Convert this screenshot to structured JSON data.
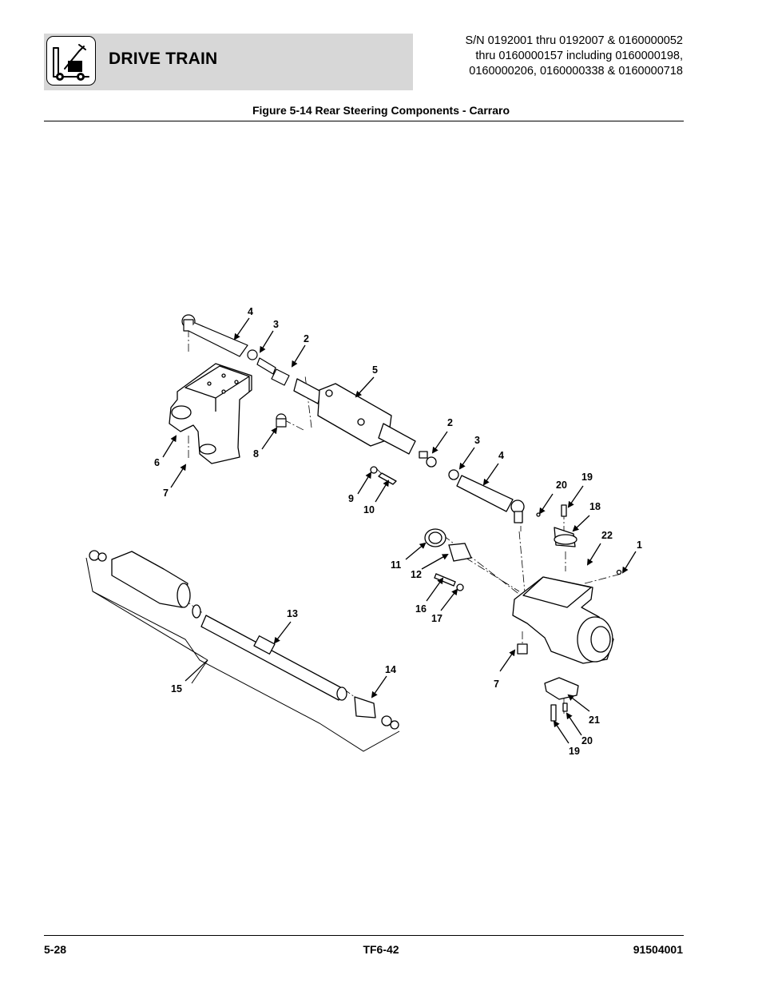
{
  "header": {
    "section_title": "DRIVE TRAIN",
    "serial_lines": [
      "S/N 0192001 thru 0192007 & 0160000052",
      "thru 0160000157 including 0160000198,",
      "0160000206, 0160000338 & 0160000718"
    ]
  },
  "figure": {
    "title": "Figure 5-14 Rear Steering Components - Carraro",
    "callouts": [
      "4",
      "3",
      "2",
      "5",
      "6",
      "7",
      "8",
      "2",
      "3",
      "4",
      "9",
      "10",
      "20",
      "19",
      "18",
      "22",
      "1",
      "11",
      "12",
      "16",
      "17",
      "13",
      "14",
      "15",
      "7",
      "21",
      "20",
      "19"
    ]
  },
  "footer": {
    "page": "5-28",
    "model": "TF6-42",
    "doc_number": "91504001"
  }
}
